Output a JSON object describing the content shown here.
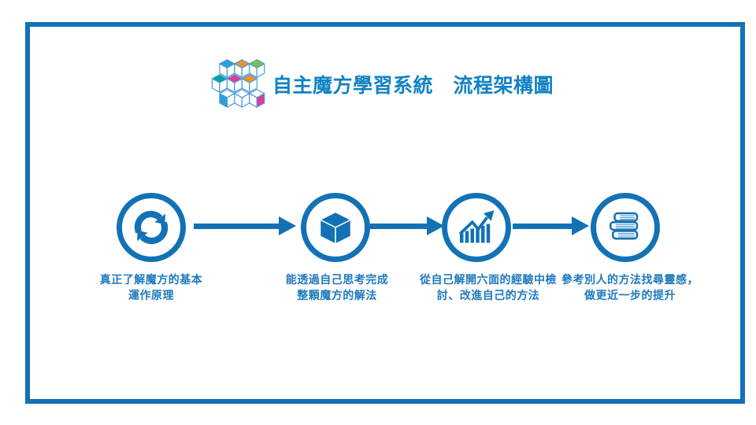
{
  "header": {
    "title": "自主魔方學習系統　流程架構圖",
    "logo_icon": "cubes-logo"
  },
  "colors": {
    "primary_blue": "#1272b5",
    "title_blue": "#1182c4",
    "label_blue": "#1e79bf",
    "logo_outline": "#4b9cd3",
    "logo_blue": "#2a9fd8",
    "logo_orange": "#f0922b",
    "logo_green": "#7dc24b",
    "logo_teal": "#00a79d",
    "logo_magenta": "#e5399f"
  },
  "steps": [
    {
      "id": "understand",
      "icon": "sync-icon",
      "line1": "真正了解魔方的基本",
      "line2": "運作原理"
    },
    {
      "id": "solve",
      "icon": "cube-icon",
      "line1": "能透過自己思考完成",
      "line2": "整顆魔方的解法"
    },
    {
      "id": "review",
      "icon": "growth-chart-icon",
      "line1": "從自己解開六面的經驗中檢",
      "line2": "討、改進自己的方法"
    },
    {
      "id": "reference",
      "icon": "books-icon",
      "line1": "參考別人的方法找尋靈感，",
      "line2": "做更近一步的提升"
    }
  ]
}
